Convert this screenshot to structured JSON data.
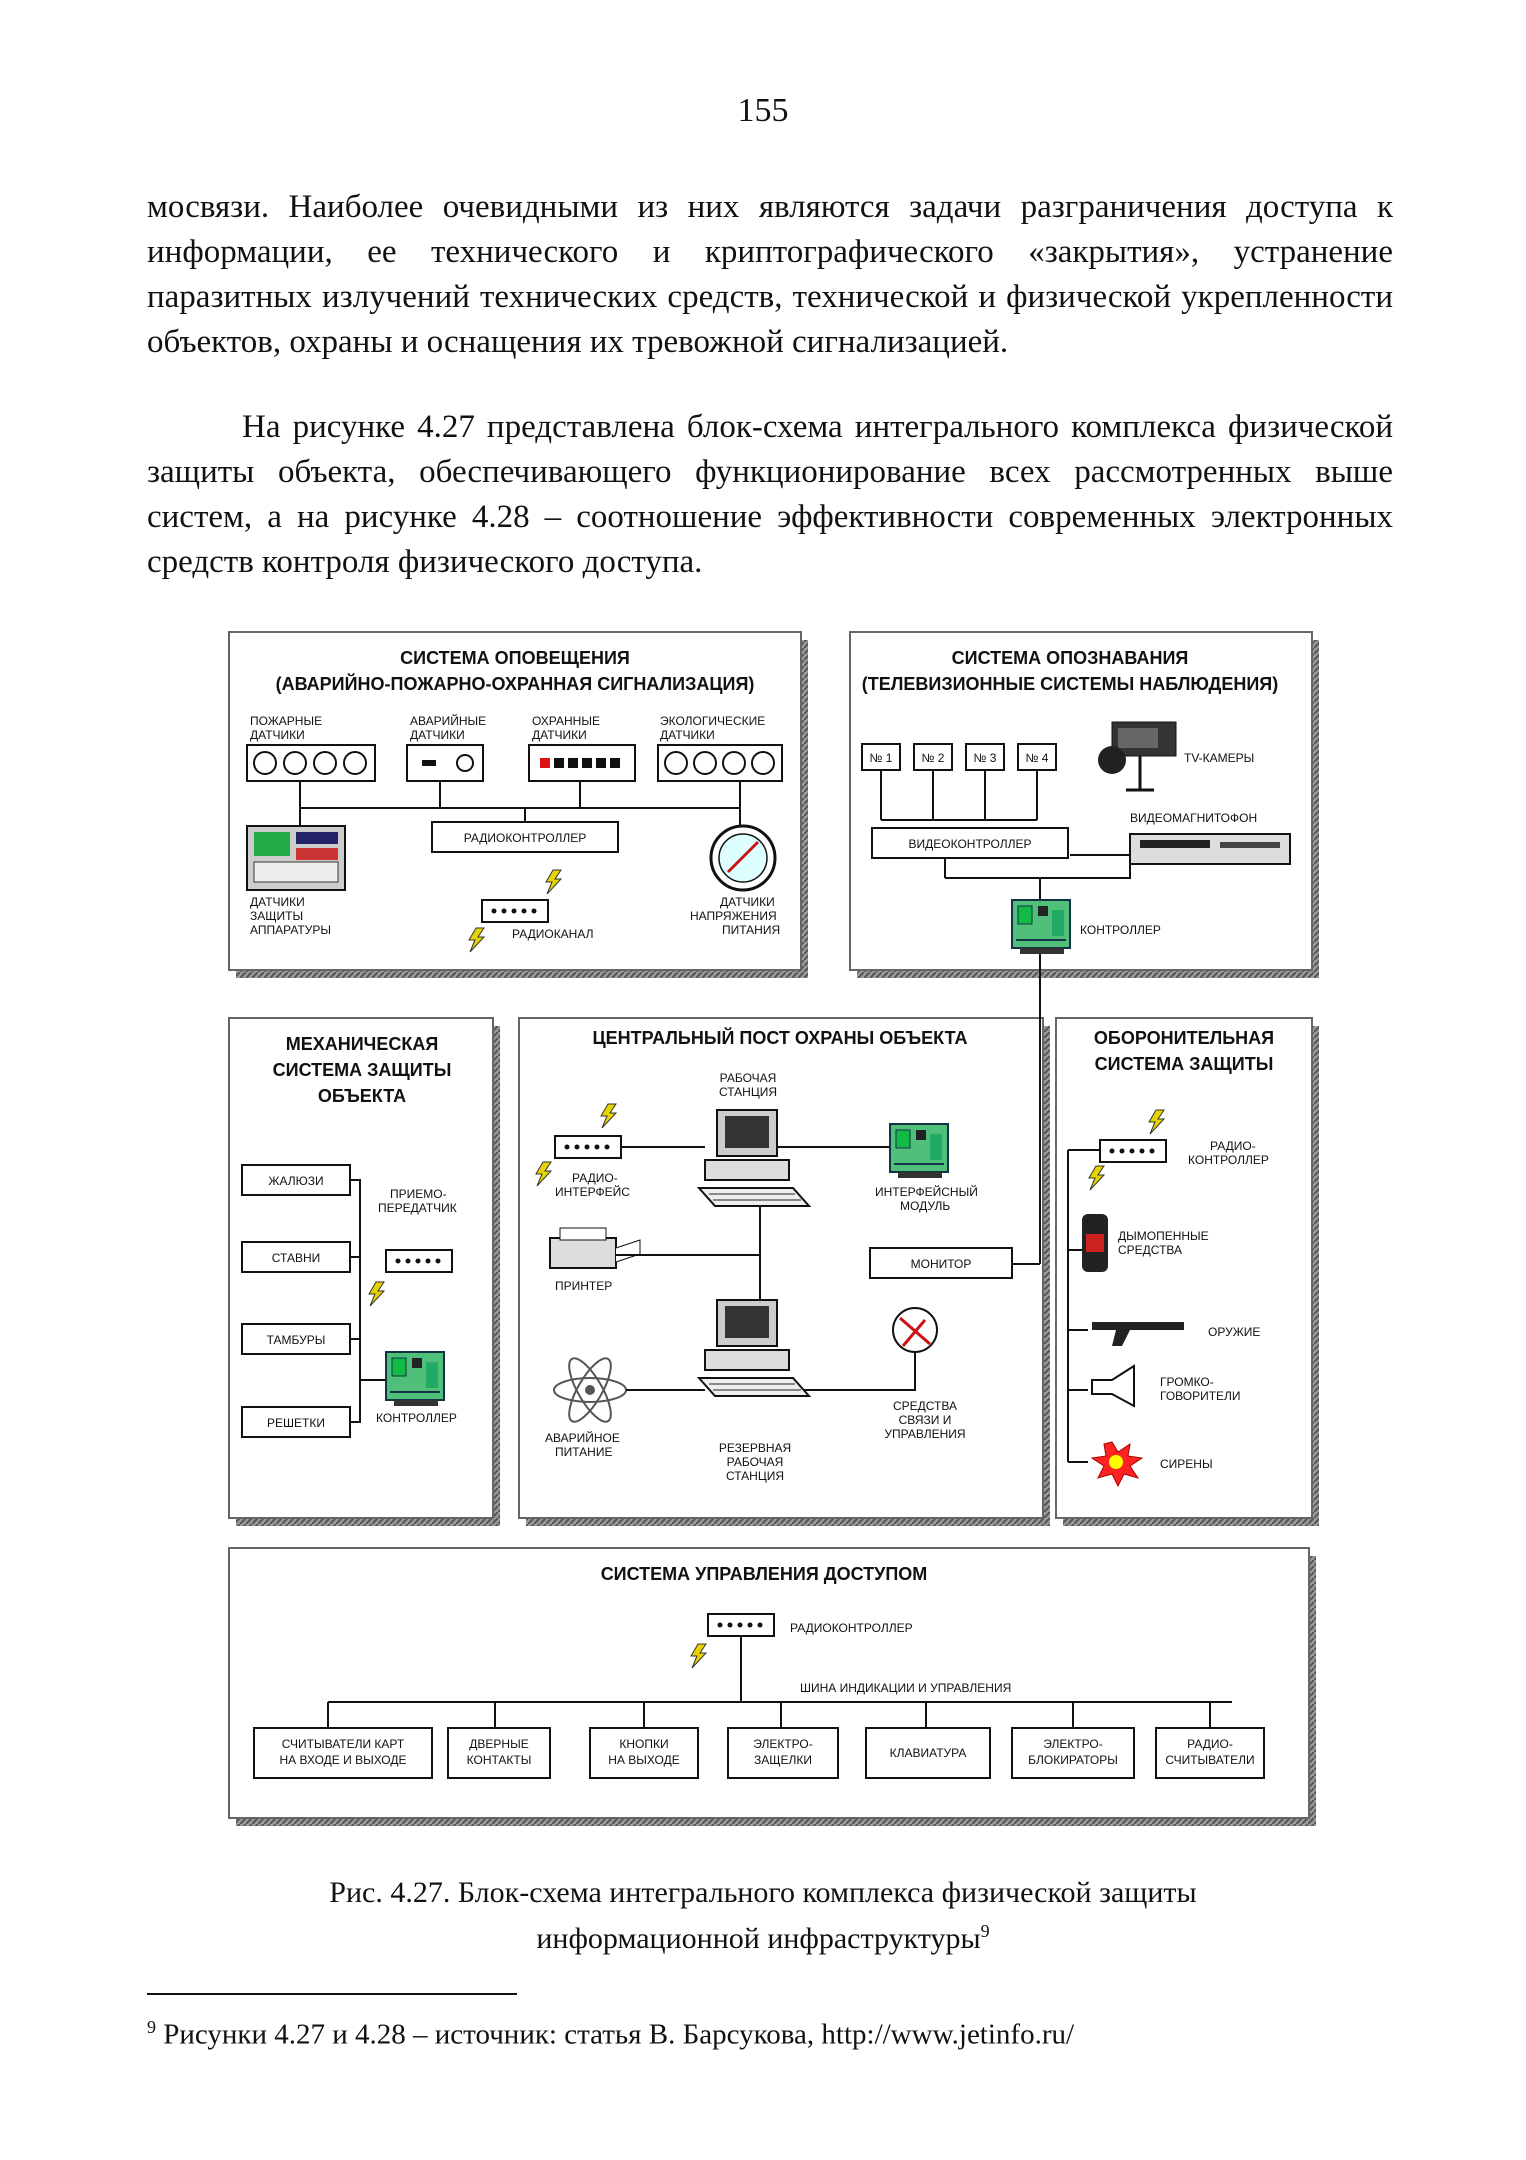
{
  "page_number": "155",
  "paragraphs": [
    "мосвязи. Наиболее очевидными из них являются задачи разграничения доступа к информации, ее технического и криптографического «закрытия», устранение паразитных излучений технических средств, технической и физической укрепленности объектов, охраны и оснащения их тревожной сигнализацией.",
    "На рисунке 4.27 представлена блок-схема интегрального комплекса физической защиты объекта, обеспечивающего функционирование всех рассмотренных выше систем, а на рисунке 4.28 – соотношение эффективности современных электронных средств контроля физического доступа."
  ],
  "diagram": {
    "alarm": {
      "title1": "СИСТЕМА ОПОВЕЩЕНИЯ",
      "title2": "(АВАРИЙНО-ПОЖАРНО-ОХРАННАЯ СИГНАЛИЗАЦИЯ)",
      "fire1": "ПОЖАРНЫЕ",
      "fire2": "ДАТЧИКИ",
      "emerg1": "АВАРИЙНЫЕ",
      "emerg2": "ДАТЧИКИ",
      "guard1": "ОХРАННЫЕ",
      "guard2": "ДАТЧИКИ",
      "eco1": "ЭКОЛОГИЧЕСКИЕ",
      "eco2": "ДАТЧИКИ",
      "radiocontroller": "РАДИОКОНТРОЛЛЕР",
      "equip1": "ДАТЧИКИ",
      "equip2": "ЗАЩИТЫ",
      "equip3": "АППАРАТУРЫ",
      "radiochannel": "РАДИОКАНАЛ",
      "volt1": "ДАТЧИКИ",
      "volt2": "НАПРЯЖЕНИЯ",
      "volt3": "ПИТАНИЯ"
    },
    "tv": {
      "title1": "СИСТЕМА ОПОЗНАВАНИЯ",
      "title2": "(ТЕЛЕВИЗИОННЫЕ СИСТЕМЫ НАБЛЮДЕНИЯ)",
      "cams": [
        "№ 1",
        "№ 2",
        "№ 3",
        "№ 4"
      ],
      "tv_cameras": "TV-КАМЕРЫ",
      "videocontroller": "ВИДЕОКОНТРОЛЛЕР",
      "vcr": "ВИДЕОМАГНИТОФОН",
      "controller": "КОНТРОЛЛЕР"
    },
    "mech": {
      "title1": "МЕХАНИЧЕСКАЯ",
      "title2": "СИСТЕМА ЗАЩИТЫ",
      "title3": "ОБЪЕКТА",
      "items": [
        "ЖАЛЮЗИ",
        "СТАВНИ",
        "ТАМБУРЫ",
        "РЕШЕТКИ"
      ],
      "trx1": "ПРИЕМО-",
      "trx2": "ПЕРЕДАТЧИК",
      "controller": "КОНТРОЛЛЕР"
    },
    "central": {
      "title": "ЦЕНТРАЛЬНЫЙ ПОСТ ОХРАНЫ ОБЪЕКТА",
      "ws1": "РАБОЧАЯ",
      "ws2": "СТАНЦИЯ",
      "radioif1": "РАДИО-",
      "radioif2": "ИНТЕРФЕЙС",
      "ifmod1": "ИНТЕРФЕЙСНЫЙ",
      "ifmod2": "МОДУЛЬ",
      "monitor": "МОНИТОР",
      "printer": "ПРИНТЕР",
      "power1": "АВАРИЙНОЕ",
      "power2": "ПИТАНИЕ",
      "reserve1": "РЕЗЕРВНАЯ",
      "reserve2": "РАБОЧАЯ",
      "reserve3": "СТАНЦИЯ",
      "comm1": "СРЕДСТВА",
      "comm2": "СВЯЗИ И",
      "comm3": "УПРАВЛЕНИЯ"
    },
    "defense": {
      "title1": "ОБОРОНИТЕЛЬНАЯ",
      "title2": "СИСТЕМА ЗАЩИТЫ",
      "radio1": "РАДИО-",
      "radio2": "КОНТРОЛЛЕР",
      "smoke1": "ДЫМОПЕННЫЕ",
      "smoke2": "СРЕДСТВА",
      "weapon": "ОРУЖИЕ",
      "speaker1": "ГРОМКО-",
      "speaker2": "ГОВОРИТЕЛИ",
      "siren": "СИРЕНЫ"
    },
    "access": {
      "title": "СИСТЕМА УПРАВЛЕНИЯ ДОСТУПОМ",
      "radiocontroller": "РАДИОКОНТРОЛЛЕР",
      "bus": "ШИНА ИНДИКАЦИИ И УПРАВЛЕНИЯ",
      "b1a": "СЧИТЫВАТЕЛИ КАРТ",
      "b1b": "НА ВХОДЕ И ВЫХОДЕ",
      "b2a": "ДВЕРНЫЕ",
      "b2b": "КОНТАКТЫ",
      "b3a": "КНОПКИ",
      "b3b": "НА ВЫХОДЕ",
      "b4a": "ЭЛЕКТРО-",
      "b4b": "ЗАЩЕЛКИ",
      "b5a": "КЛАВИАТУРА",
      "b6a": "ЭЛЕКТРО-",
      "b6b": "БЛОКИРАТОРЫ",
      "b7a": "РАДИО-",
      "b7b": "СЧИТЫВАТЕЛИ"
    }
  },
  "caption": {
    "line1": "Рис. 4.27. Блок-схема интегрального комплекса физической защиты",
    "line2": "информационной инфраструктуры",
    "mark": "9"
  },
  "footnote": {
    "mark": "9",
    "text": "Рисунки 4.27 и 4.28 – источник: статья В. Барсукова,  http://www.jetinfo.ru/"
  }
}
